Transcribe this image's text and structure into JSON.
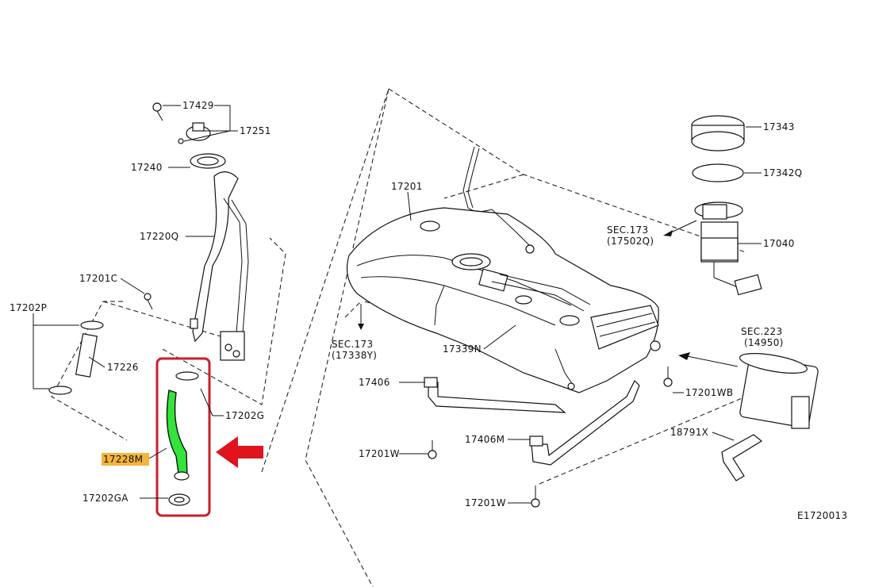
{
  "diagram": {
    "part_labels": {
      "p17429": "17429",
      "p17251": "17251",
      "p17240": "17240",
      "p17220q": "17220Q",
      "p17201c": "17201C",
      "p17202p": "17202P",
      "p17226": "17226",
      "p17202g": "17202G",
      "p17228m": "17228M",
      "p17202ga": "17202GA",
      "p17201": "17201",
      "sec173_1": "SEC.173",
      "sec173_1_ref": "(17338Y)",
      "p17339n": "17339N",
      "p17406": "17406",
      "p17201w_1": "17201W",
      "p17406m": "17406M",
      "p17201w_2": "17201W",
      "p17343": "17343",
      "p17342q": "17342Q",
      "sec173_2": "SEC.173",
      "sec173_2_ref": "(17502Q)",
      "p17040": "17040",
      "sec223": "SEC.223",
      "sec223_ref": "(14950)",
      "p17201wb": "17201WB",
      "p18791x": "18791X",
      "diagram_code": "E1720013"
    },
    "highlight": {
      "box_color": "#c8202a",
      "arrow_color": "#e0141c",
      "hose_color": "#33e43a",
      "label_bg_color": "#f5b43c"
    }
  }
}
